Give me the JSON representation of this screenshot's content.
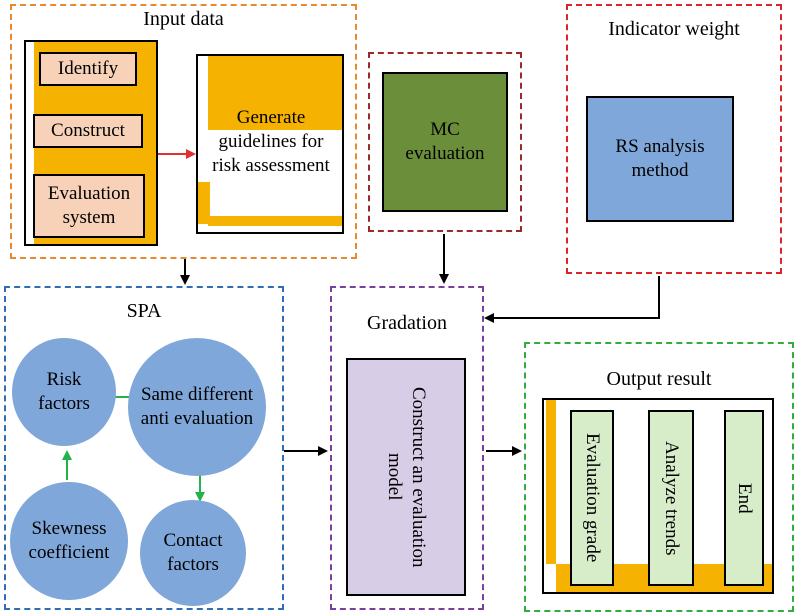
{
  "input_data": {
    "title": "Input data",
    "steps": [
      "Identify",
      "Construct",
      "Evaluation system"
    ],
    "guidelines": "Generate guidelines for risk assessment"
  },
  "mc": {
    "label": "MC evaluation"
  },
  "indicator_weight": {
    "title": "Indicator weight",
    "method": "RS analysis method"
  },
  "spa": {
    "title": "SPA",
    "risk_factors": "Risk factors",
    "same_diff": "Same different anti evaluation",
    "skewness": "Skewness coefficient",
    "contact": "Contact factors"
  },
  "gradation": {
    "title": "Gradation",
    "model": "Construct an evaluation model"
  },
  "output": {
    "title": "Output result",
    "grade": "Evaluation grade",
    "trends": "Analyze trends",
    "end": "End"
  },
  "colors": {
    "orange_dash": "#e8892c",
    "darkred_dash": "#9b2a2a",
    "red_dash": "#d9262a",
    "blue_dash": "#2f6db5",
    "purple_dash": "#7b3fa0",
    "green_dash": "#2fae3d",
    "gold": "#f5b200",
    "peach": "#f8d2b8",
    "olive": "#6b8e3a",
    "sky": "#7fa7d9",
    "lavender": "#d8cde6",
    "mint": "#d7ecc9",
    "red_arrow": "#e03030",
    "green_arrow": "#22b34a",
    "blue_arrow": "#2a7ac0"
  }
}
